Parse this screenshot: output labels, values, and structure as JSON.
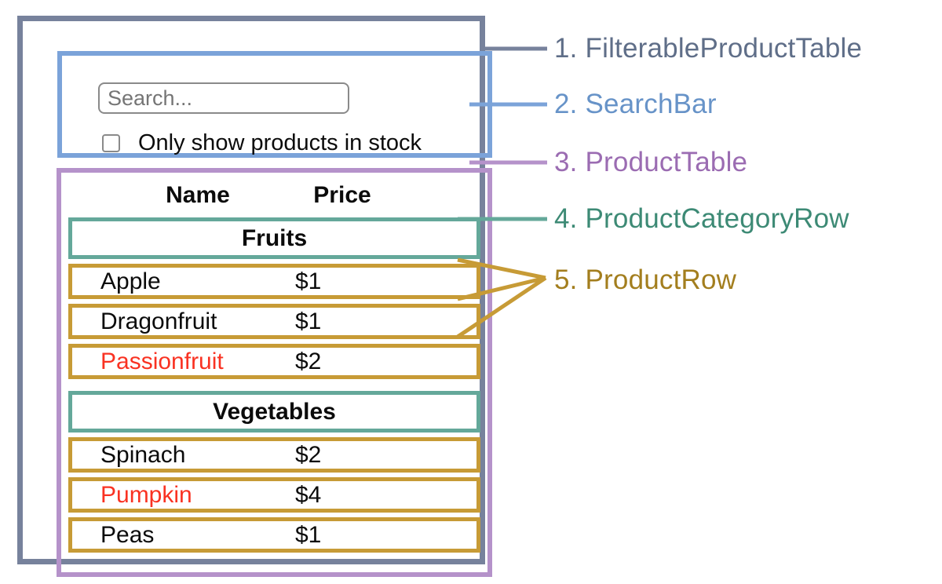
{
  "search_bar": {
    "placeholder": "Search...",
    "checkbox_label": "Only show products in stock",
    "checkbox_checked": false
  },
  "table": {
    "headers": {
      "name": "Name",
      "price": "Price"
    },
    "sections": [
      {
        "category": "Fruits",
        "rows": [
          {
            "name": "Apple",
            "price": "$1",
            "red": false
          },
          {
            "name": "Dragonfruit",
            "price": "$1",
            "red": false
          },
          {
            "name": "Passionfruit",
            "price": "$2",
            "red": true
          }
        ]
      },
      {
        "category": "Vegetables",
        "rows": [
          {
            "name": "Spinach",
            "price": "$2",
            "red": false
          },
          {
            "name": "Pumpkin",
            "price": "$4",
            "red": true
          },
          {
            "name": "Peas",
            "price": "$1",
            "red": false
          }
        ]
      }
    ]
  },
  "legend": [
    {
      "number": "1.",
      "label": "FilterableProductTable",
      "color": "#5f6e88"
    },
    {
      "number": "2.",
      "label": "SearchBar",
      "color": "#6793c8"
    },
    {
      "number": "3.",
      "label": "ProductTable",
      "color": "#9b6cb2"
    },
    {
      "number": "4.",
      "label": "ProductCategoryRow",
      "color": "#3d8a75"
    },
    {
      "number": "5.",
      "label": "ProductRow",
      "color": "#a37e1e"
    }
  ],
  "colors": {
    "outer_border": "#77829c",
    "searchbar_border": "#7ba3d9",
    "product_table_border": "#b592ca",
    "category_row_border": "#64a89a",
    "product_row_border": "#c79b36",
    "out_of_stock_text": "#f93222"
  }
}
